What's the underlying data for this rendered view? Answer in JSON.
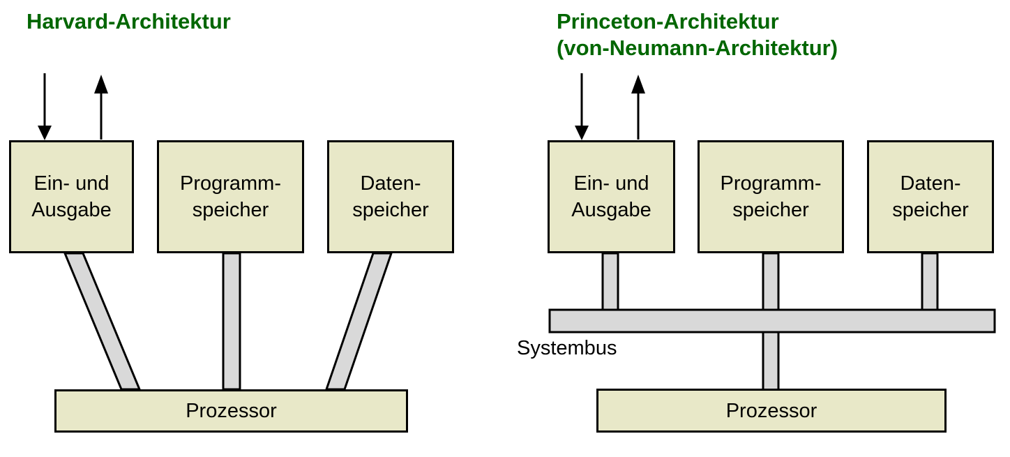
{
  "diagram": {
    "kind": "computer-architecture-comparison",
    "background_color": "#ffffff",
    "box_fill_color": "#E8E8C8",
    "box_border_color": "#000000",
    "bus_fill_color": "#D9D9D9",
    "title_color": "#006600",
    "text_color": "#000000"
  },
  "left": {
    "title": "Harvard-Architektur",
    "boxes": [
      {
        "line1": "Ein- und",
        "line2": "Ausgabe"
      },
      {
        "line1": "Programm-",
        "line2": "speicher"
      },
      {
        "line1": "Daten-",
        "line2": "speicher"
      }
    ],
    "processor": "Prozessor",
    "arrows": [
      {
        "name": "input-arrow",
        "direction": "down"
      },
      {
        "name": "output-arrow",
        "direction": "up"
      }
    ]
  },
  "right": {
    "title_line1": "Princeton-Architektur",
    "title_line2": "(von-Neumann-Architektur)",
    "boxes": [
      {
        "line1": "Ein- und",
        "line2": "Ausgabe"
      },
      {
        "line1": "Programm-",
        "line2": "speicher"
      },
      {
        "line1": "Daten-",
        "line2": "speicher"
      }
    ],
    "bus_label": "Systembus",
    "processor": "Prozessor",
    "arrows": [
      {
        "name": "input-arrow",
        "direction": "down"
      },
      {
        "name": "output-arrow",
        "direction": "up"
      }
    ]
  }
}
